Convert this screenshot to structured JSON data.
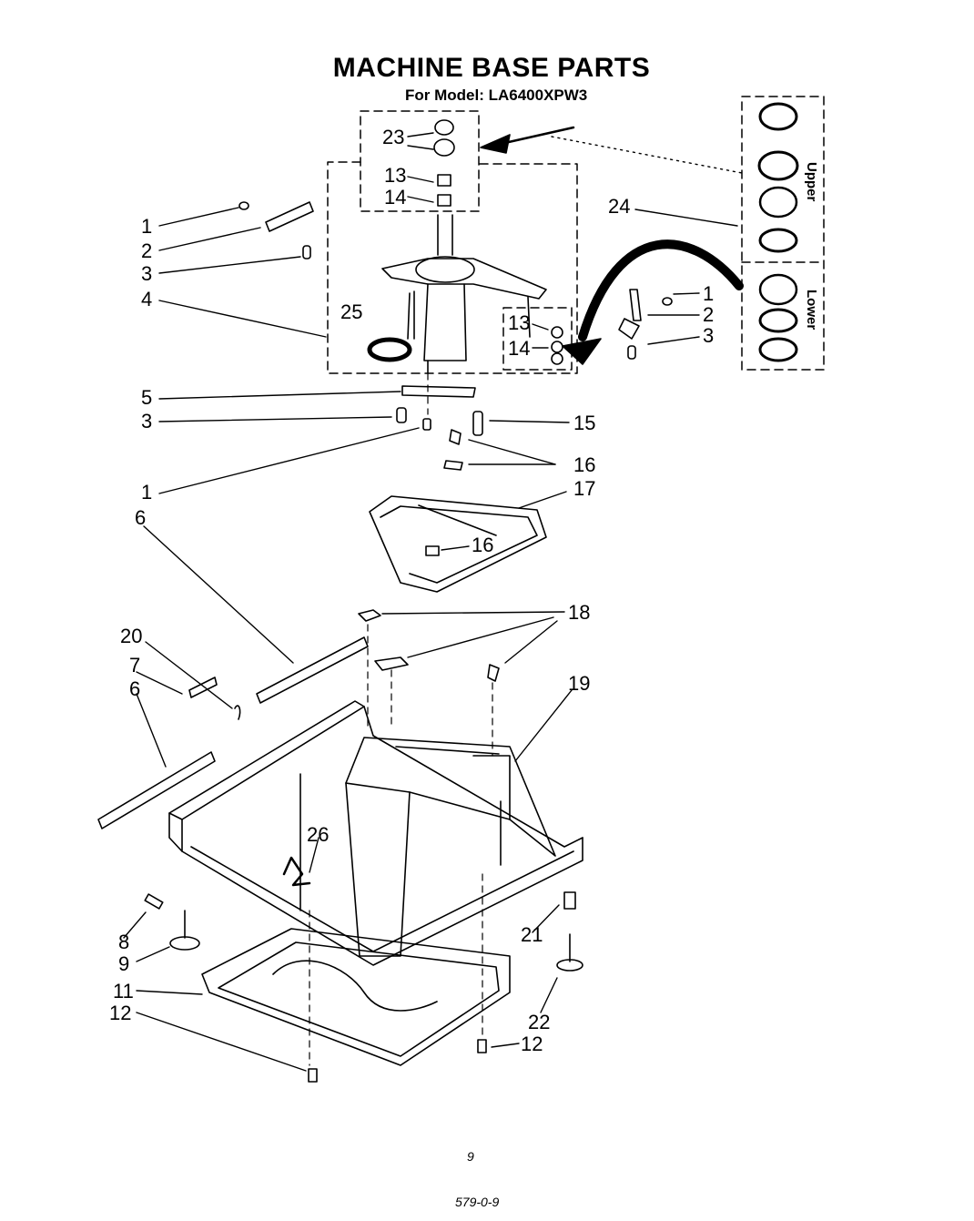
{
  "header": {
    "title": "MACHINE BASE PARTS",
    "subtitle": "For Model: LA6400XPW3"
  },
  "inset": {
    "upper_label": "Upper",
    "lower_label": "Lower"
  },
  "callouts": {
    "n1a": "1",
    "n2a": "2",
    "n3a": "3",
    "n4": "4",
    "n25": "25",
    "n23": "23",
    "n13a": "13",
    "n14a": "14",
    "n24": "24",
    "n1b": "1",
    "n2b": "2",
    "n3b": "3",
    "n13b": "13",
    "n14b": "14",
    "n5": "5",
    "n3c": "3",
    "n15": "15",
    "n1c": "1",
    "n16a": "16",
    "n17": "17",
    "n6a": "6",
    "n16b": "16",
    "n18": "18",
    "n20": "20",
    "n7": "7",
    "n6b": "6",
    "n19": "19",
    "n26": "26",
    "n8": "8",
    "n9": "9",
    "n21": "21",
    "n11": "11",
    "n12a": "12",
    "n22": "22",
    "n12b": "12"
  },
  "footer": {
    "page_number": "9",
    "code": "579-0-9"
  }
}
